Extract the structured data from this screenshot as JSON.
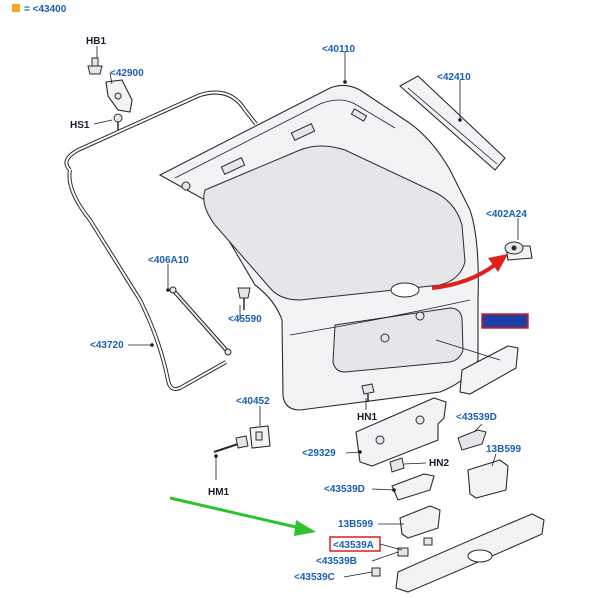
{
  "legend": {
    "marker_color": "#f5a623",
    "text": "= <43400"
  },
  "labels": {
    "hb1": "HB1",
    "p42900": "<42900",
    "hs1": "HS1",
    "p40110": "<40110",
    "p42410": "<42410",
    "p402a24": "<402A24",
    "p406a10": "<406A10",
    "p45590": "<45590",
    "p43720": "<43720",
    "p40452": "<40452",
    "hn1": "HN1",
    "p43539d": "<43539D",
    "p29329": "<29329",
    "hn2": "HN2",
    "p13b599_right": "13B599",
    "hm1": "HM1",
    "p43539d_lower": "<43539D",
    "p13b599_left": "13B599",
    "p43539a": "<43539A",
    "p43539b": "<43539B",
    "p43539c": "<43539C"
  },
  "colors": {
    "label_blue": "#1a5fb4",
    "highlight_red": "#d91e1e",
    "redacted_fill": "#1f3fa6",
    "pointer_green": "#2ec22e",
    "arrow_red": "#e0201b"
  }
}
